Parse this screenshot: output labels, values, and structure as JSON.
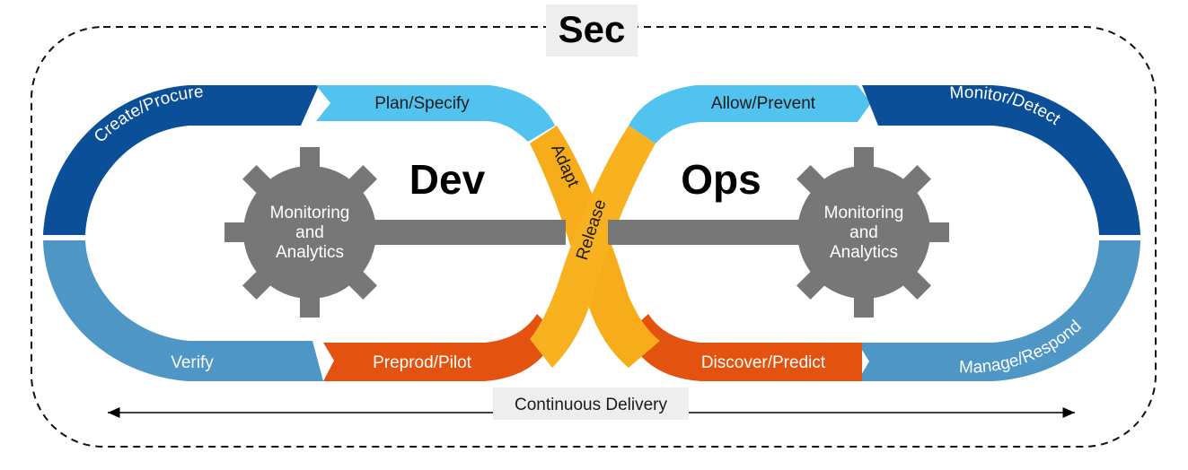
{
  "title": "Sec",
  "dev_label": "Dev",
  "ops_label": "Ops",
  "gears": {
    "left_lines": [
      "Monitoring",
      "and",
      "Analytics"
    ],
    "right_lines": [
      "Monitoring",
      "and",
      "Analytics"
    ]
  },
  "left_loop": {
    "create": "Create/Procure",
    "plan": "Plan/Specify",
    "verify": "Verify",
    "preprod": "Preprod/Pilot"
  },
  "center": {
    "adapt": "Adapt",
    "release": "Release"
  },
  "right_loop": {
    "allow": "Allow/Prevent",
    "monitor": "Monitor/Detect",
    "discover": "Discover/Predict",
    "manage": "Manage/Respond"
  },
  "bottom": {
    "continuous_delivery": "Continuous Delivery"
  },
  "colors": {
    "dark_blue": "#0b4f98",
    "mid_blue": "#4e96c5",
    "light_blue": "#52c2ef",
    "orange": "#e3520f",
    "yellow": "#f7ad19",
    "gear_gray": "#777777"
  }
}
